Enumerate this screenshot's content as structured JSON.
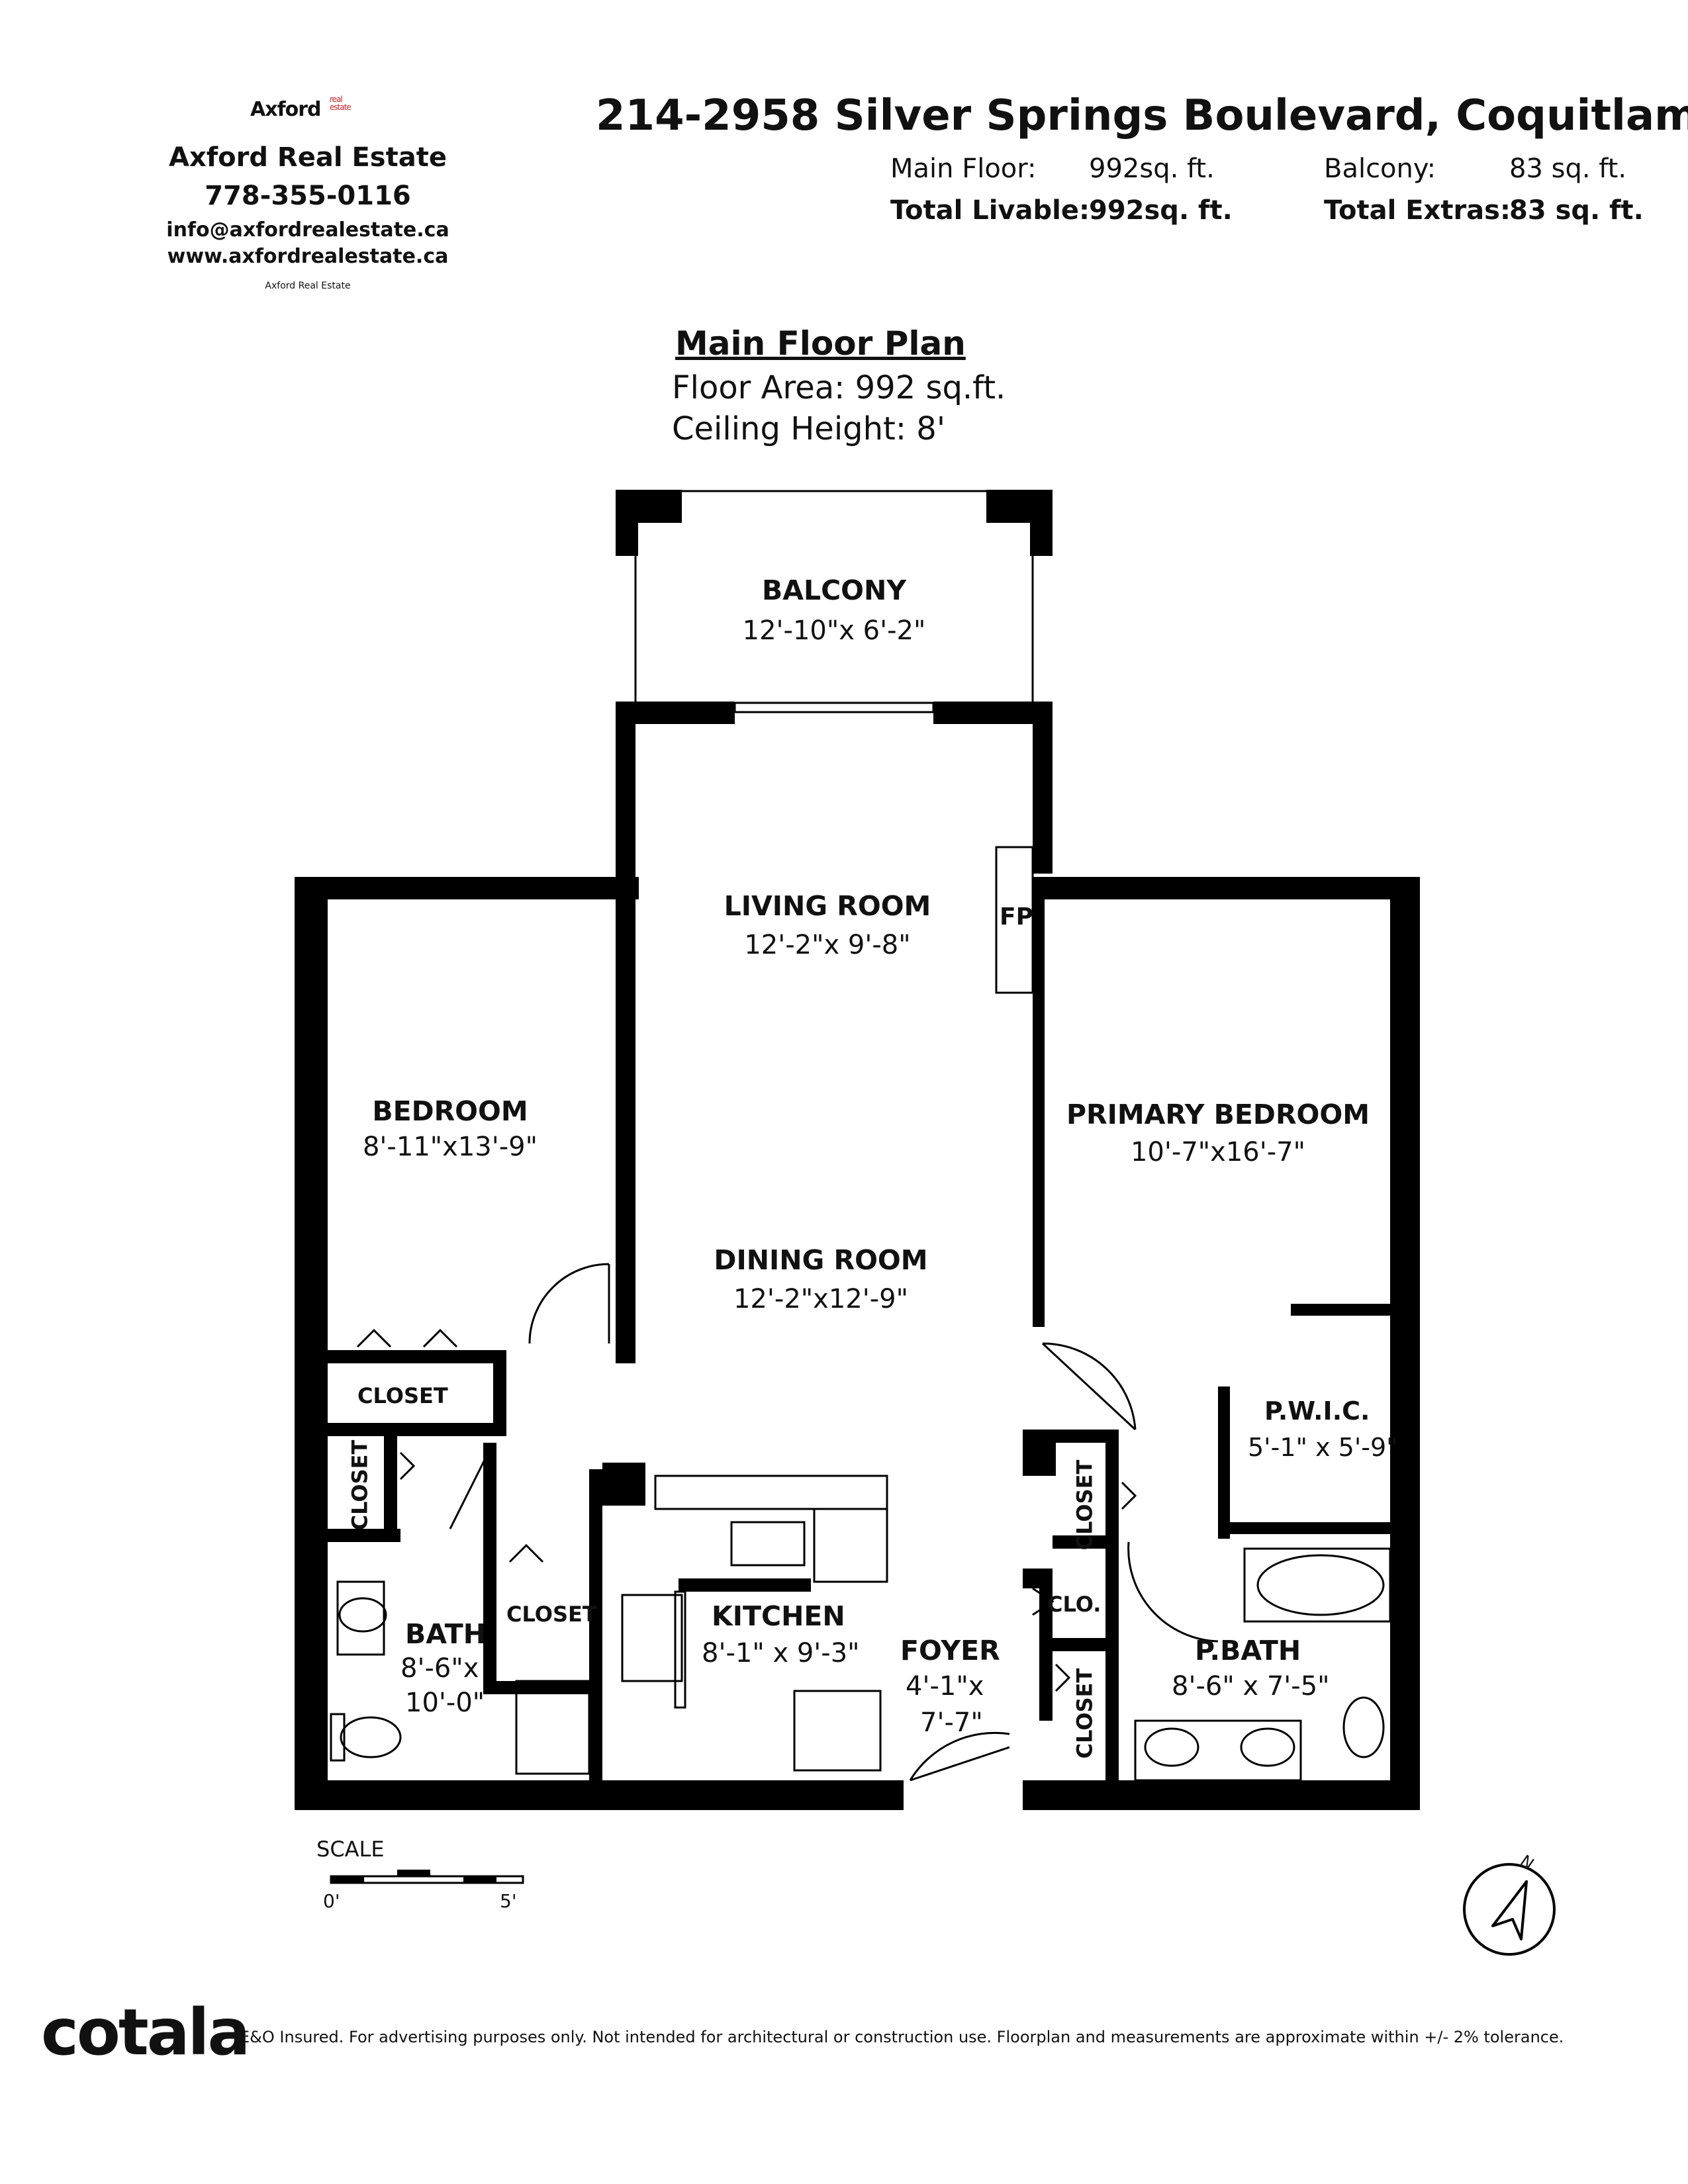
{
  "agent": {
    "brand": "Axford",
    "brand_tag": "real estate",
    "name": "Axford Real Estate",
    "phone": "778-355-0116",
    "email": "info@axfordrealestate.ca",
    "website": "www.axfordrealestate.ca",
    "small_name": "Axford Real Estate"
  },
  "header": {
    "address": "214-2958 Silver Springs Boulevard, Coquitlam",
    "main_floor_label": "Main Floor:",
    "main_floor_value": "992sq. ft.",
    "balcony_label": "Balcony:",
    "balcony_value": "83 sq. ft.",
    "total_livable_label": "Total Livable:",
    "total_livable_value": "992sq. ft.",
    "total_extras_label": "Total Extras:",
    "total_extras_value": "83 sq. ft."
  },
  "plan": {
    "title": "Main Floor Plan",
    "floor_area": "Floor Area: 992 sq.ft.",
    "ceiling_height": "Ceiling Height: 8'"
  },
  "rooms": {
    "balcony": {
      "name": "BALCONY",
      "dim": "12'-10\"x 6'-2\""
    },
    "living": {
      "name": "LIVING ROOM",
      "dim": "12'-2\"x 9'-8\""
    },
    "fireplace": "FP",
    "bedroom": {
      "name": "BEDROOM",
      "dim": "8'-11\"x13'-9\""
    },
    "primary": {
      "name": "PRIMARY BEDROOM",
      "dim": "10'-7\"x16'-7\""
    },
    "dining": {
      "name": "DINING ROOM",
      "dim": "12'-2\"x12'-9\""
    },
    "closet1": "CLOSET",
    "closet2": "CLOSET",
    "closet3": "CLOSET",
    "closet4": "CLOSET",
    "closet5": "CLOSET",
    "clo": "CLO.",
    "pwic": {
      "name": "P.W.I.C.",
      "dim": "5'-1\" x 5'-9\""
    },
    "bath": {
      "name": "BATH",
      "dim1": "8'-6\"x",
      "dim2": "10'-0\""
    },
    "kitchen": {
      "name": "KITCHEN",
      "dim": "8'-1\" x 9'-3\""
    },
    "foyer": {
      "name": "FOYER",
      "dim1": "4'-1\"x",
      "dim2": "7'-7\""
    },
    "pbath": {
      "name": "P.BATH",
      "dim": "8'-6\" x 7'-5\""
    }
  },
  "scale": {
    "label": "SCALE",
    "start": "0'",
    "end": "5'"
  },
  "compass": {
    "north": "N"
  },
  "footer": {
    "logo": "cotala",
    "disclaimer": "E&O Insured. For advertising purposes only. Not intended for architectural or construction use. Floorplan and measurements are approximate within +/- 2% tolerance."
  },
  "colors": {
    "walls": "#000000",
    "accent": "#d0242b",
    "background": "#ffffff"
  }
}
